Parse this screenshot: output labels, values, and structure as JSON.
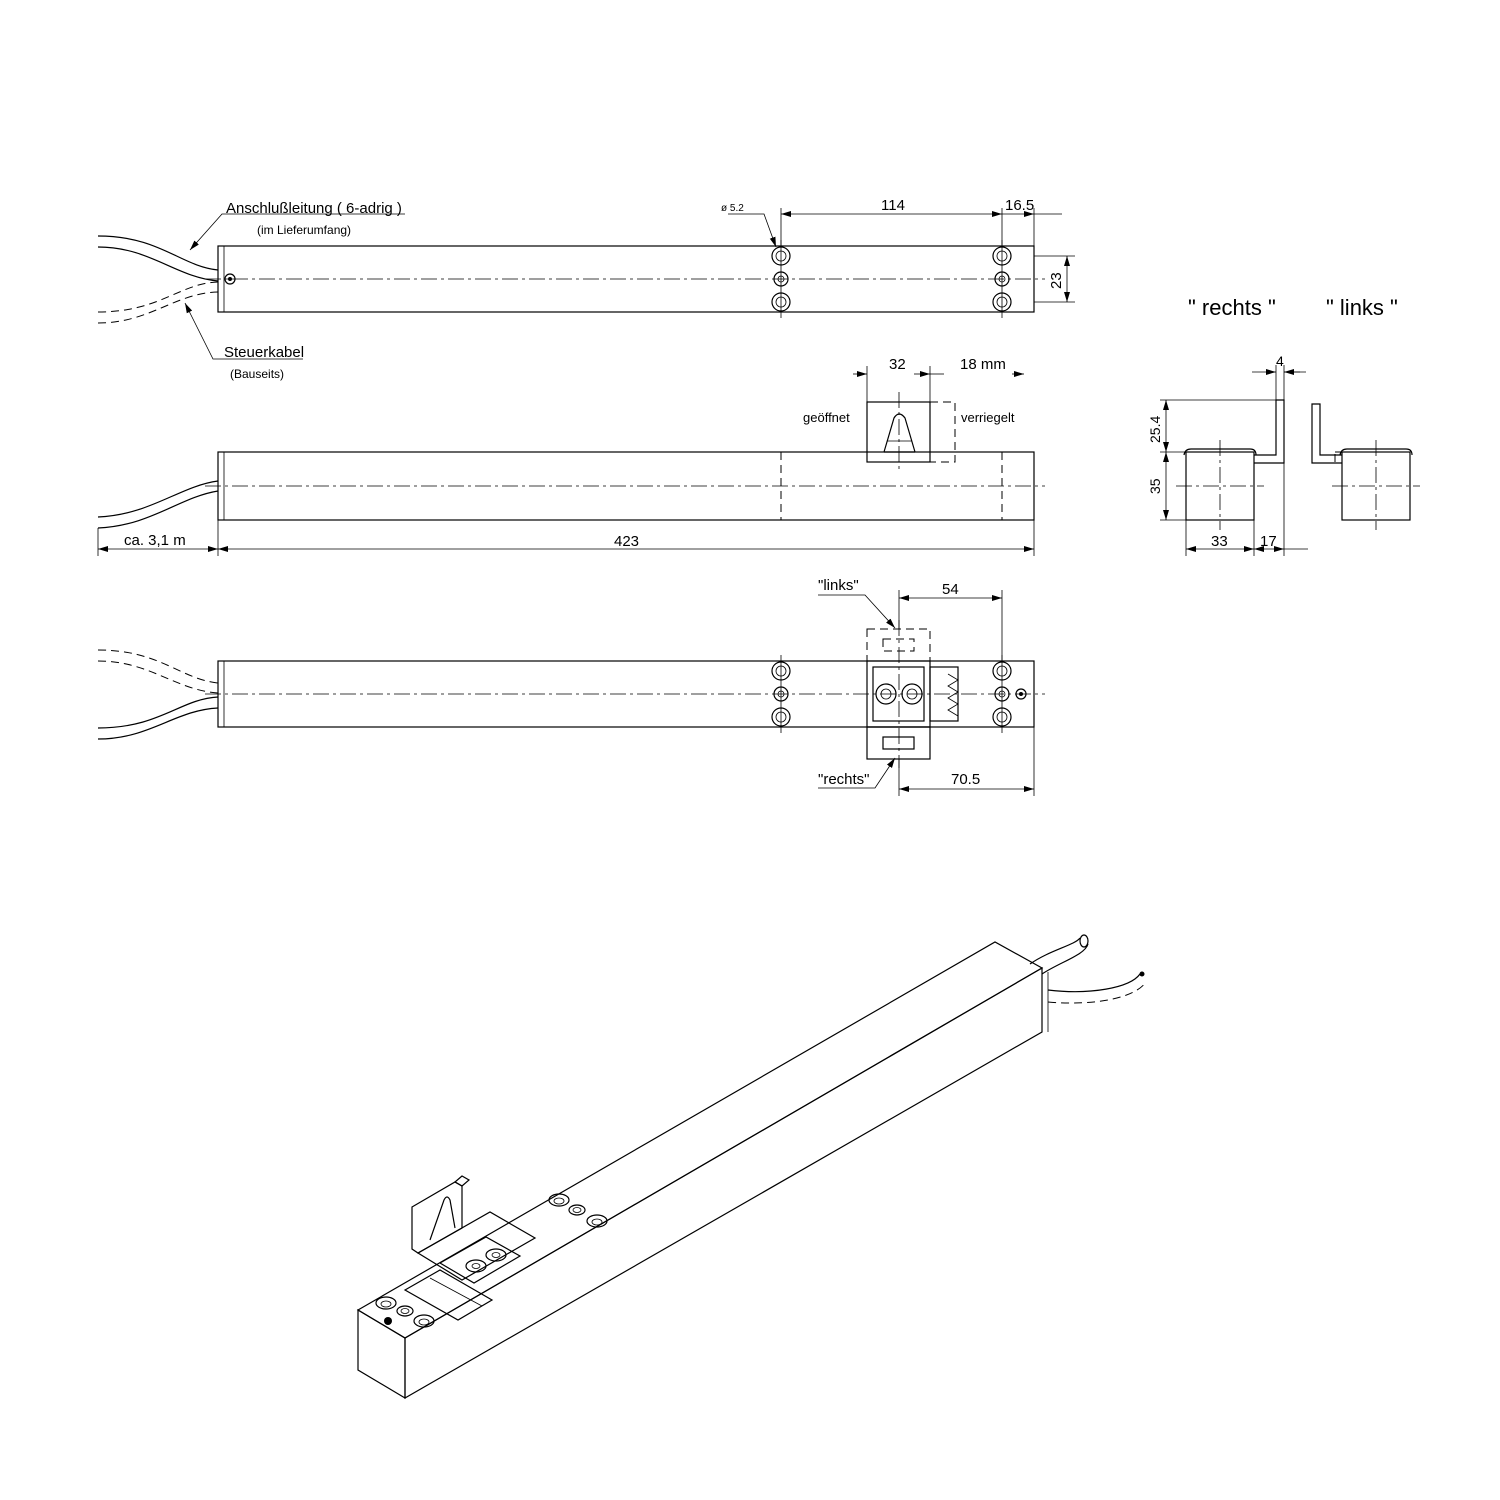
{
  "labels": {
    "cable_connection": "Anschlußleitung ( 6-adrig )",
    "cable_connection_note": "(im Lieferumfang)",
    "control_cable": "Steuerkabel",
    "control_cable_note": "(Bauseits)",
    "hole_dia": "ø 5.2",
    "opened": "geöffnet",
    "locked": "verriegelt",
    "right_title": "\" rechts \"",
    "left_title": "\" links \"",
    "left_small": "\"links\"",
    "right_small": "\"rechts\""
  },
  "dimensions": {
    "d114": "114",
    "d16_5": "16.5",
    "d23": "23",
    "d32": "32",
    "d18mm": "18 mm",
    "cable_len": "ca. 3,1 m",
    "d423": "423",
    "d4": "4",
    "d25_4": "25.4",
    "d35": "35",
    "d33": "33",
    "d17": "17",
    "d54": "54",
    "d70_5": "70.5"
  }
}
